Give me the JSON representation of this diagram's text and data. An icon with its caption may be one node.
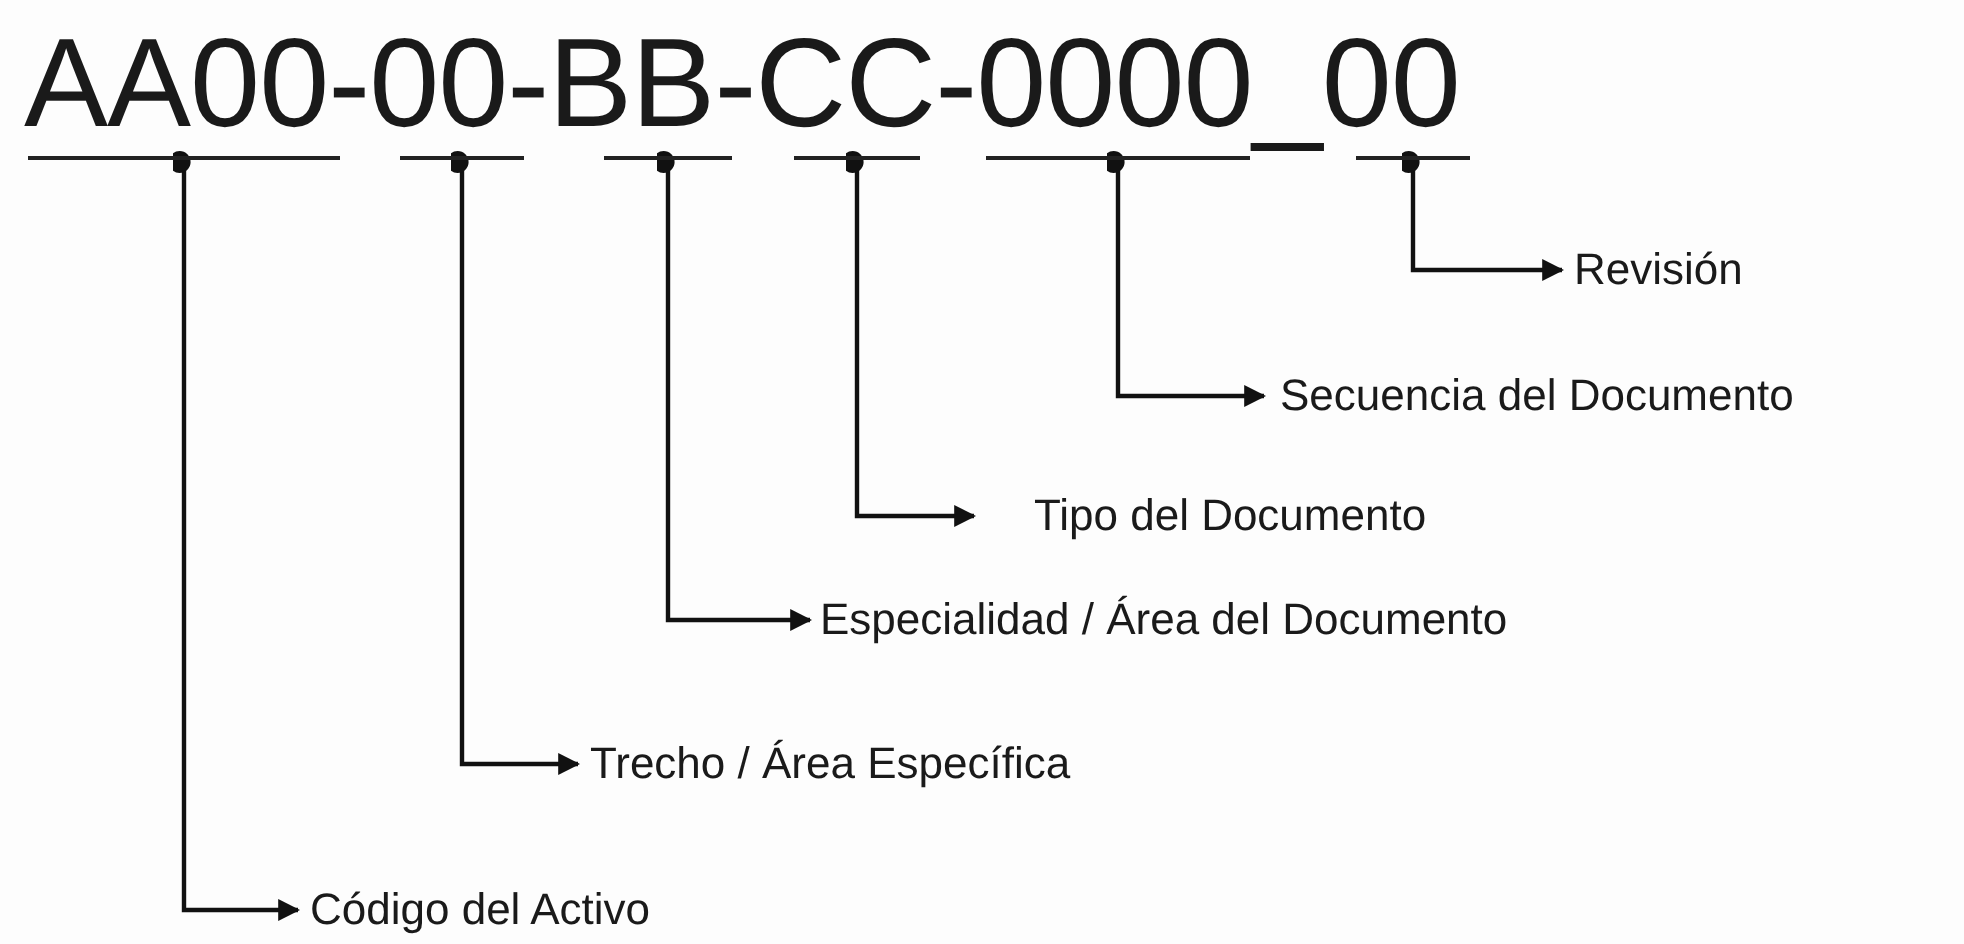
{
  "diagram": {
    "title": "AA00-00-BB-CC-0000_00",
    "nodes": [
      {
        "text": [],
        "shape": "bar"
      },
      {
        "text": [],
        "shape": "bar"
      },
      {
        "text": [],
        "shape": "bar"
      },
      {
        "text": [],
        "shape": "bar"
      },
      {
        "text": [],
        "shape": "bar"
      },
      {
        "text": [],
        "shape": "bar"
      },
      {
        "text": [
          "Código del Activo"
        ]
      },
      {
        "text": [
          "Trecho / Área Específica"
        ]
      },
      {
        "text": [
          "Especialidad / Área del Documento"
        ]
      },
      {
        "text": [
          "Tipo del Documento"
        ]
      },
      {
        "text": [
          "Secuencia del Documento"
        ]
      },
      {
        "text": [
          "Revisión"
        ]
      }
    ],
    "edges": [
      {
        "from": 0,
        "to": 6,
        "arrow": "to"
      },
      {
        "from": 1,
        "to": 7,
        "arrow": "to"
      },
      {
        "from": 2,
        "to": 8,
        "arrow": "to"
      },
      {
        "from": 3,
        "to": 9,
        "arrow": "to"
      },
      {
        "from": 4,
        "to": 10,
        "arrow": "to"
      },
      {
        "from": 5,
        "to": 11,
        "arrow": "to"
      }
    ]
  }
}
